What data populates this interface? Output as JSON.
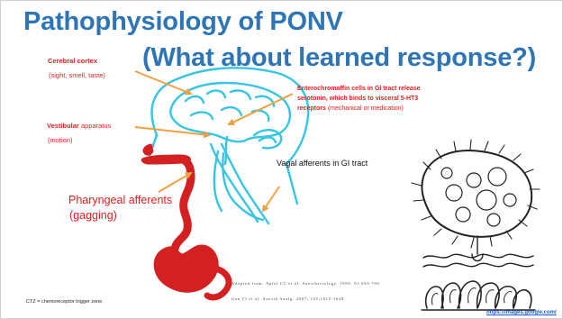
{
  "title": "Pathophysiology of PONV",
  "subtitle": "(What about learned response?)",
  "labels": {
    "cortex_title": "Cerebral cortex",
    "cortex_detail": "(sight, smell, taste)",
    "vestibular_bold": "Vestibular",
    "vestibular_rest": " apparatus",
    "vestibular_detail": "(motion)",
    "ec_line1": "Enterochromaffin cells in GI tract release",
    "ec_line2": "serotonin, which  binds to visceral 5-HT3",
    "ec_line3_bold": "receptors",
    "ec_line3_rest": " (mechanical or medication)",
    "vagal": "Vagal afferents in GI tract",
    "pharyngeal_line1": "Pharyngeal afferents",
    "pharyngeal_line2": "(gagging)"
  },
  "footer": {
    "ctz_note": "CTZ = chemoreceptor trigger zone.",
    "ref1": "Adopted from: Apfel CC et al. Anesthesiology. 1999; 91:693-700",
    "ref2": "Gan TJ et al. Anesth Analg. 2007; 105:1615-1628",
    "source_link": "https://images.google.com/"
  },
  "colors": {
    "title": "#2e75b6",
    "outline": "#35c6e3",
    "arrow": "#f0a040",
    "tract": "#d42020",
    "label_red": "#e02020"
  }
}
